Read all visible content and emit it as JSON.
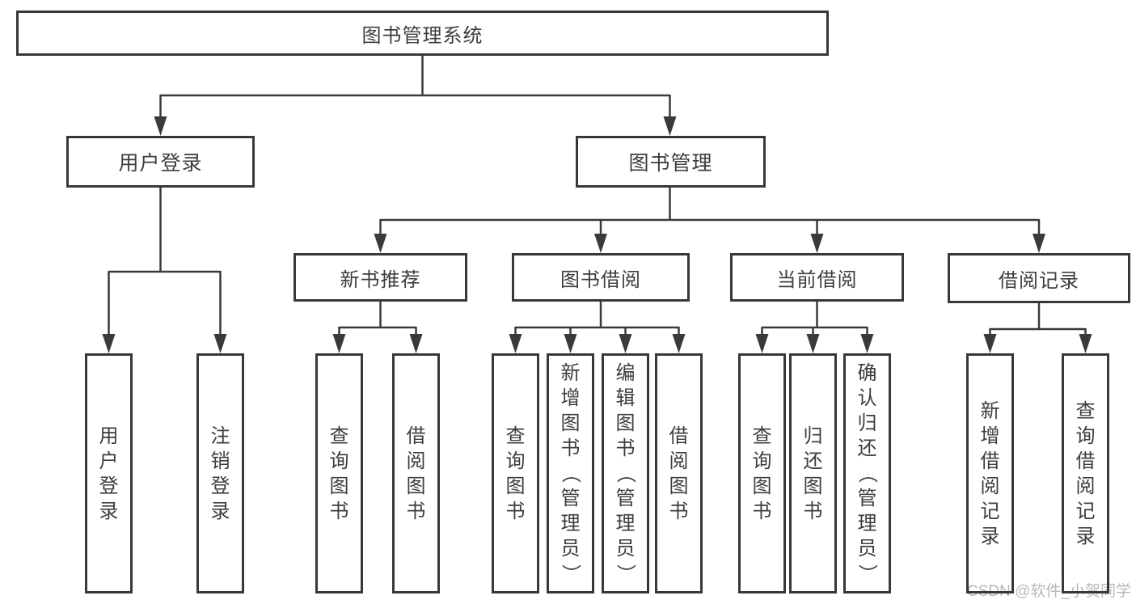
{
  "diagram": {
    "title_node": "图书管理系统",
    "nodes": {
      "user_login": "用户登录",
      "book_management": "图书管理",
      "new_book_recommend": "新书推荐",
      "book_borrow": "图书借阅",
      "current_borrow": "当前借阅",
      "borrow_record": "借阅记录"
    },
    "leaves": {
      "user_login": "用户登录",
      "logout": "注销登录",
      "nbr_query_book": "查询图书",
      "nbr_borrow_book": "借阅图书",
      "bb_query_book": "查询图书",
      "bb_add_book": "新增图书（管理员）",
      "bb_edit_book": "编辑图书（管理员）",
      "bb_borrow_book": "借阅图书",
      "cb_query_book": "查询图书",
      "cb_return_book": "归还图书",
      "cb_confirm_return": "确认归还（管理员）",
      "br_add_record": "新增借阅记录",
      "br_query_record": "查询借阅记录"
    }
  },
  "watermark": "CSDN @软件_小贺同学",
  "colors": {
    "line": "#3a3a3a",
    "box_border": "#383838",
    "text": "#3d3d3d",
    "background": "#ffffff",
    "watermark": "#b9b9b9"
  }
}
